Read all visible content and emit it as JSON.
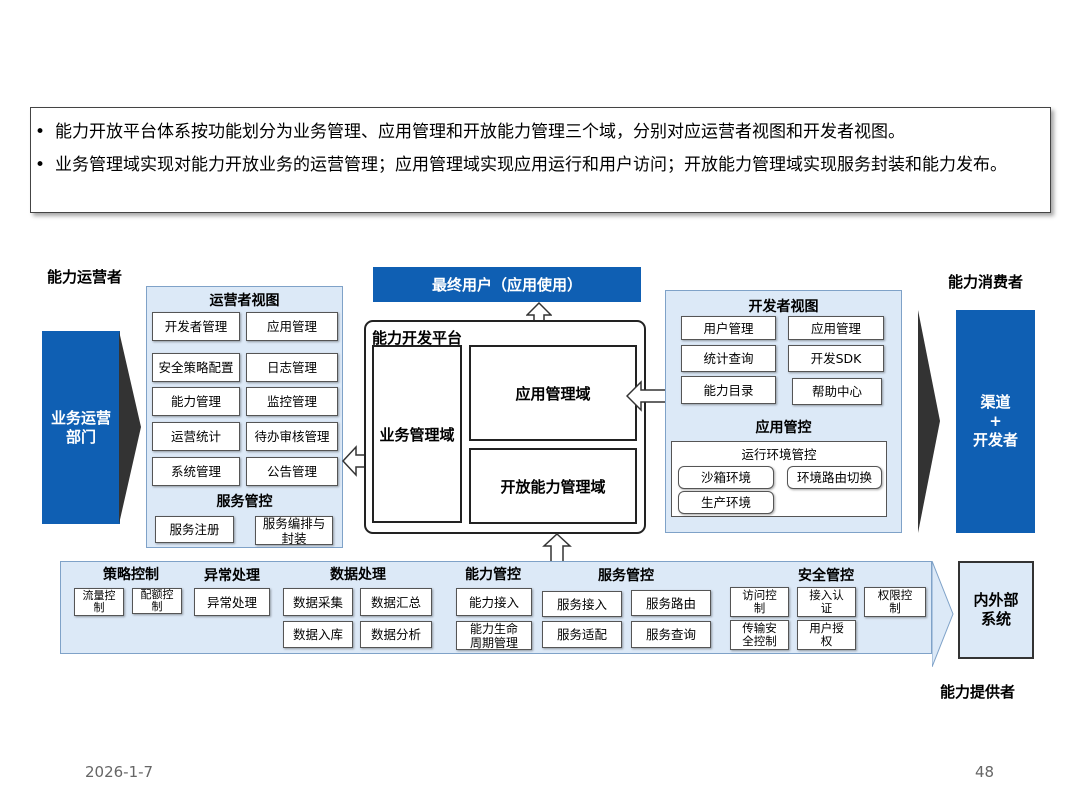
{
  "summary": {
    "bullet_1": "能力开放平台体系按功能划分为业务管理、应用管理和开放能力管理三个域，分别对应运营者视图和开发者视图。",
    "bullet_2": "业务管理域实现对能力开放业务的运营管理；应用管理域实现应用运行和用户访问；开放能力管理域实现服务封装和能力发布。"
  },
  "roles": {
    "operator": "能力运营者",
    "consumer": "能力消费者",
    "provider": "能力提供者"
  },
  "left_box": "业务运营部门",
  "right_box": {
    "line1": "渠道",
    "line2": "+",
    "line3": "开发者"
  },
  "end_user": "最终用户（应用使用）",
  "platform": {
    "title": "能力开发平台",
    "biz_domain": "业务管理域",
    "app_domain": "应用管理域",
    "cap_domain": "开放能力管理域"
  },
  "operator_view": {
    "title": "运营者视图",
    "items": [
      "开发者管理",
      "应用管理",
      "安全策略配置",
      "日志管理",
      "能力管理",
      "监控管理",
      "运营统计",
      "待办审核管理",
      "系统管理",
      "公告管理"
    ],
    "service_title": "服务管控",
    "service_items": [
      "服务注册",
      "服务编排与封装"
    ]
  },
  "developer_view": {
    "title": "开发者视图",
    "items": [
      "用户管理",
      "应用管理",
      "统计查询",
      "开发SDK",
      "能力目录",
      "帮助中心"
    ],
    "app_control_title": "应用管控",
    "env_title": "运行环境管控",
    "env_items": [
      "沙箱环境",
      "环境路由切换",
      "生产环境"
    ]
  },
  "bottom": {
    "strategy": {
      "title": "策略控制",
      "items": [
        "流量控制",
        "配额控制"
      ]
    },
    "exception": {
      "title": "异常处理",
      "items": [
        "异常处理"
      ]
    },
    "data": {
      "title": "数据处理",
      "items": [
        "数据采集",
        "数据汇总",
        "数据入库",
        "数据分析"
      ]
    },
    "capability": {
      "title": "能力管控",
      "items": [
        "能力接入",
        "能力生命周期管理"
      ]
    },
    "service": {
      "title": "服务管控",
      "items": [
        "服务接入",
        "服务路由",
        "服务适配",
        "服务查询"
      ]
    },
    "security": {
      "title": "安全管控",
      "items": [
        "访问控制",
        "接入认证",
        "权限控制",
        "传输安全控制",
        "用户授权"
      ]
    }
  },
  "internal_external": "内外部系统",
  "footer": {
    "date": "2026-1-7",
    "page": "48"
  },
  "colors": {
    "panel": "#dce9f7",
    "blue": "#0f5fb3",
    "border": "#7fa2c8"
  }
}
